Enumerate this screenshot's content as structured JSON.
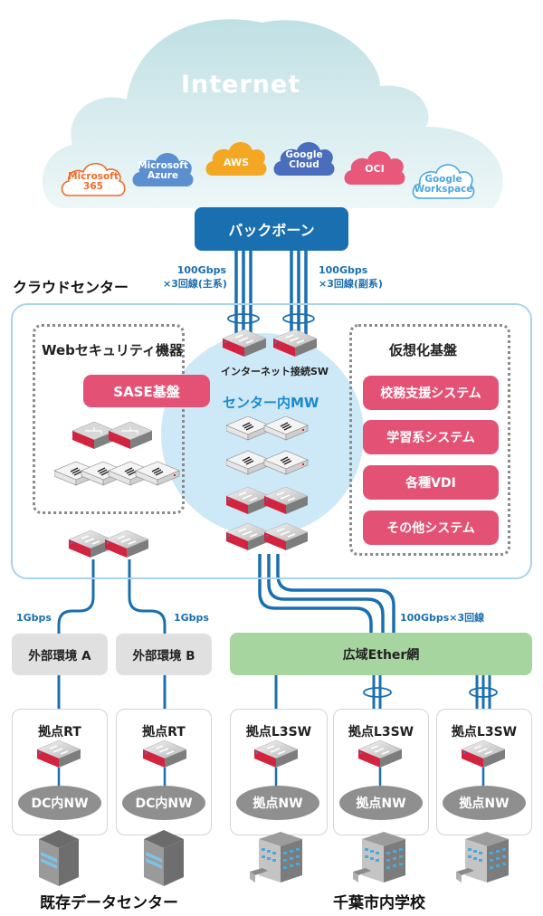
{
  "internet": {
    "title": "Internet",
    "clouds": [
      {
        "name": "microsoft-365",
        "label": "Microsoft\n365",
        "color": "#f06a2a",
        "style": "outline"
      },
      {
        "name": "microsoft-azure",
        "label": "Microsoft\nAzure",
        "color": "#5b8fd0",
        "style": "filled"
      },
      {
        "name": "aws",
        "label": "AWS",
        "color": "#f3a723",
        "style": "filled"
      },
      {
        "name": "google-cloud",
        "label": "Google\nCloud",
        "color": "#4a6dbd",
        "style": "filled"
      },
      {
        "name": "oci",
        "label": "OCI",
        "color": "#e8587a",
        "style": "filled"
      },
      {
        "name": "google-workspace",
        "label": "Google\nWorkspace",
        "color": "#4aa6e0",
        "style": "outline"
      }
    ]
  },
  "backbone": {
    "label": "バックボーン"
  },
  "links": {
    "primary_speed": "100Gbps",
    "primary_lines": "×3回線(主系)",
    "secondary_speed": "100Gbps",
    "secondary_lines": "×3回線(副系)",
    "external_a_speed": "1Gbps",
    "external_b_speed": "1Gbps",
    "wan_speed": "100Gbps×3回線"
  },
  "cloud_center": {
    "title": "クラウドセンター",
    "web_security": {
      "title": "Webセキュリティ機器",
      "sase": "SASE基盤"
    },
    "internet_sw": "インターネット接続SW",
    "center_mw": "センター内MW",
    "virtualization": {
      "title": "仮想化基盤",
      "systems": [
        "校務支援システム",
        "学習系システム",
        "各種VDI",
        "その他システム"
      ]
    }
  },
  "external": {
    "a": "外部環境 A",
    "b": "外部環境 B"
  },
  "wan": {
    "label": "広域Ether網"
  },
  "datacenter": {
    "title": "既存データセンター",
    "sites": [
      {
        "device": "拠点RT",
        "network": "DC内NW"
      },
      {
        "device": "拠点RT",
        "network": "DC内NW"
      }
    ]
  },
  "schools": {
    "title": "千葉市内学校",
    "sites": [
      {
        "device": "拠点L3SW",
        "network": "拠点NW"
      },
      {
        "device": "拠点L3SW",
        "network": "拠点NW"
      },
      {
        "device": "拠点L3SW",
        "network": "拠点NW"
      }
    ]
  },
  "colors": {
    "line_blue": "#1a6fb0",
    "accent_pink": "#e35275",
    "wan_green": "#a6d5a0",
    "center_circle": "#cde8f7",
    "cloud_bg": "#d5ecee"
  }
}
